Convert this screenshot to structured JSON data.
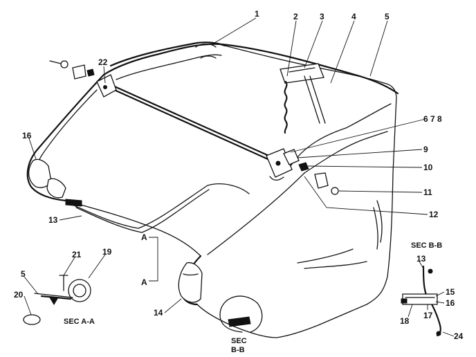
{
  "callouts": {
    "c1": "1",
    "c2": "2",
    "c3": "3",
    "c4": "4",
    "c5": "5",
    "c678": "6 7 8",
    "c9": "9",
    "c10": "10",
    "c11": "11",
    "c12": "12",
    "c13": "13",
    "c14": "14",
    "c16": "16",
    "c22": "22",
    "c19": "19",
    "c21": "21",
    "c20": "20",
    "c5b": "5",
    "cA1": "A",
    "cA2": "A",
    "b13": "13",
    "b15": "15",
    "b16": "16",
    "b17": "17",
    "b18": "18",
    "b24": "24"
  },
  "sections": {
    "sec_aa": "SEC A-A",
    "sec_bb": "SEC B-B",
    "sec_word": "SEC",
    "bb": "B-B"
  }
}
